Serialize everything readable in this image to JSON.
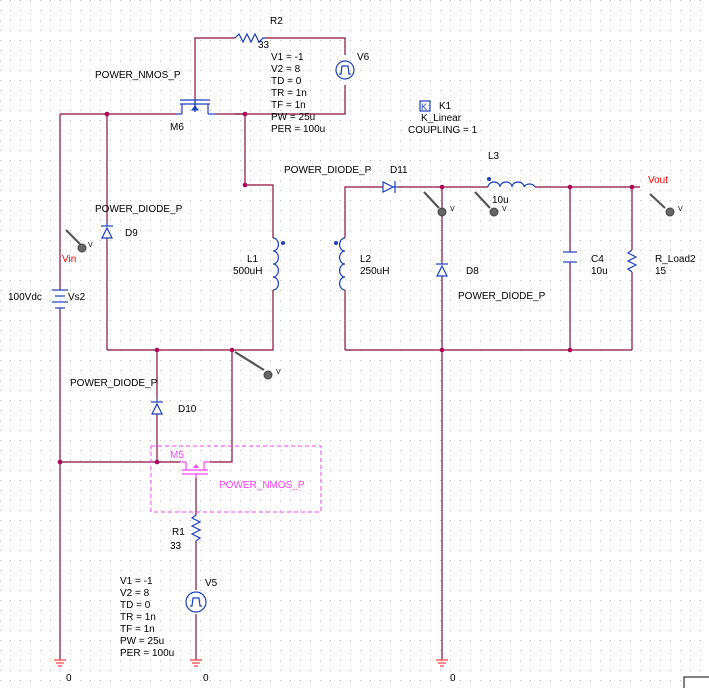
{
  "colors": {
    "wire": "#8b0f3a",
    "part": "#1a3fbf",
    "selected": "#ff40ff",
    "net_label": "#ff0000"
  },
  "M6": {
    "name": "M6",
    "model": "POWER_NMOS_P"
  },
  "M5": {
    "name": "M5",
    "model": "POWER_NMOS_P"
  },
  "R2": {
    "name": "R2",
    "value": "33"
  },
  "R1": {
    "name": "R1",
    "value": "33"
  },
  "V6": {
    "name": "V6",
    "params": [
      "V1 = -1",
      "V2 = 8",
      "TD = 0",
      "TR = 1n",
      "TF = 1n",
      "PW = 25u",
      "PER = 100u"
    ]
  },
  "V5": {
    "name": "V5",
    "params": [
      "V1 = -1",
      "V2 = 8",
      "TD = 0",
      "TR = 1n",
      "TF = 1n",
      "PW = 25u",
      "PER = 100u"
    ]
  },
  "K1": {
    "name": "K1",
    "type": "K_Linear",
    "coupling": "COUPLING = 1"
  },
  "D9": {
    "name": "D9",
    "model": "POWER_DIODE_P"
  },
  "D10": {
    "name": "D10",
    "model": "POWER_DIODE_P"
  },
  "D11": {
    "name": "D11",
    "model": "POWER_DIODE_P"
  },
  "D8": {
    "name": "D8",
    "model": "POWER_DIODE_P"
  },
  "L1": {
    "name": "L1",
    "value": "500uH"
  },
  "L2": {
    "name": "L2",
    "value": "250uH"
  },
  "L3": {
    "name": "L3",
    "value": "10u"
  },
  "C4": {
    "name": "C4",
    "value": "10u"
  },
  "RLoad": {
    "name": "R_Load2",
    "value": "15"
  },
  "Vs2": {
    "name": "Vs2",
    "value": "100Vdc"
  },
  "nets": {
    "vin": "Vin",
    "vout": "Vout"
  },
  "probe_marker": "V",
  "ground_label": "0"
}
